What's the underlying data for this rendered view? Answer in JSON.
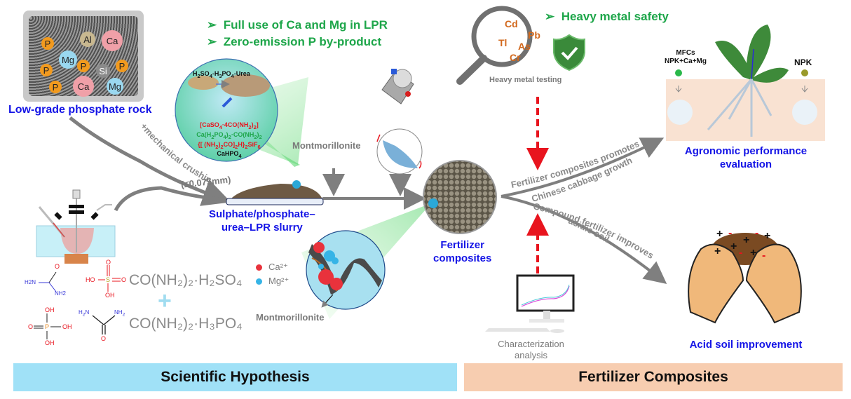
{
  "rock": {
    "title": "Low-grade phosphate rock",
    "elements": [
      "P",
      "Al",
      "Ca",
      "Mg",
      "P",
      "Si",
      "P",
      "P",
      "P",
      "Ca",
      "Mg"
    ]
  },
  "bullets_top": [
    "Full use of Ca and Mg in LPR",
    "Zero-emission P by-product"
  ],
  "bullet_marker": "➢",
  "reaction_zoom": {
    "header": "H2SO4-H3PO4-Urea",
    "products": [
      {
        "text": "[CaSO4·4CO(NH2)2]",
        "color": "#e8141e"
      },
      {
        "text": "Ca(H2PO4)2·CO(NH2)2",
        "color": "#1ea64a"
      },
      {
        "text": "{[ (NH2)2CO]2H}2SiF6",
        "color": "#e8141e"
      },
      {
        "text": "CaHPO4",
        "color": "#111111"
      }
    ]
  },
  "process": {
    "crushing_label": "+mechanical crushing",
    "size_label": "(≤0.075mm)",
    "slurry_title_line1": "Sulphate/phosphate–",
    "slurry_title_line2": "urea–LPR slurry",
    "montmorillonite_label": "Montmorillonite",
    "fertilizer_title_line1": "Fertilizer",
    "fertilizer_title_line2": "composites"
  },
  "formulas": {
    "f1": "CO(NH₂)₂·H₂SO₄",
    "plus": "+",
    "f2": "CO(NH₂)₂·H₃PO₄",
    "urea_labels": [
      "H2N",
      "O",
      "NH2"
    ],
    "sulfuric_labels": [
      "O",
      "HO",
      "S",
      "O",
      "OH"
    ],
    "phosphoric_labels": [
      "OH",
      "O",
      "P",
      "OH",
      "OH"
    ]
  },
  "ions": {
    "legend": [
      {
        "label": "Ca²⁺",
        "color": "#e8323c"
      },
      {
        "label": "Mg²⁺",
        "color": "#36b4e6"
      }
    ],
    "montmorillonite_label": "Montmorillonite"
  },
  "heavy_metal": {
    "bullet": "Heavy metal safety",
    "metals": [
      "Cd",
      "Pb",
      "Tl",
      "As",
      "Cr"
    ],
    "caption": "Heavy metal testing"
  },
  "characterization": {
    "line1": "Characterization",
    "line2": "analysis"
  },
  "branches": {
    "upper_line1": "Fertilizer composites promotes",
    "upper_line2": "Chinese cabbage growth",
    "lower_line1": "Compound fertilizer improves",
    "lower_line2": "acidic soil"
  },
  "agronomic": {
    "left_label_line1": "MFCs",
    "left_label_line2": "NPK+Ca+Mg",
    "right_label": "NPK",
    "title_line1": "Agronomic performance",
    "title_line2": "evaluation"
  },
  "acid_soil": {
    "title": "Acid soil improvement",
    "charges": [
      "+",
      "-",
      "-",
      "+",
      "+",
      "+",
      "+",
      "-",
      "+",
      "-"
    ]
  },
  "banners": {
    "left": "Scientific Hypothesis",
    "right": "Fertilizer Composites",
    "left_color": "#a0e1f7",
    "right_color": "#f7cdb0"
  },
  "colors": {
    "title_blue": "#1414e6",
    "bullet_green": "#1ea64a",
    "arrow_grey": "#7f7f7f",
    "dashed_red": "#e8141e"
  }
}
